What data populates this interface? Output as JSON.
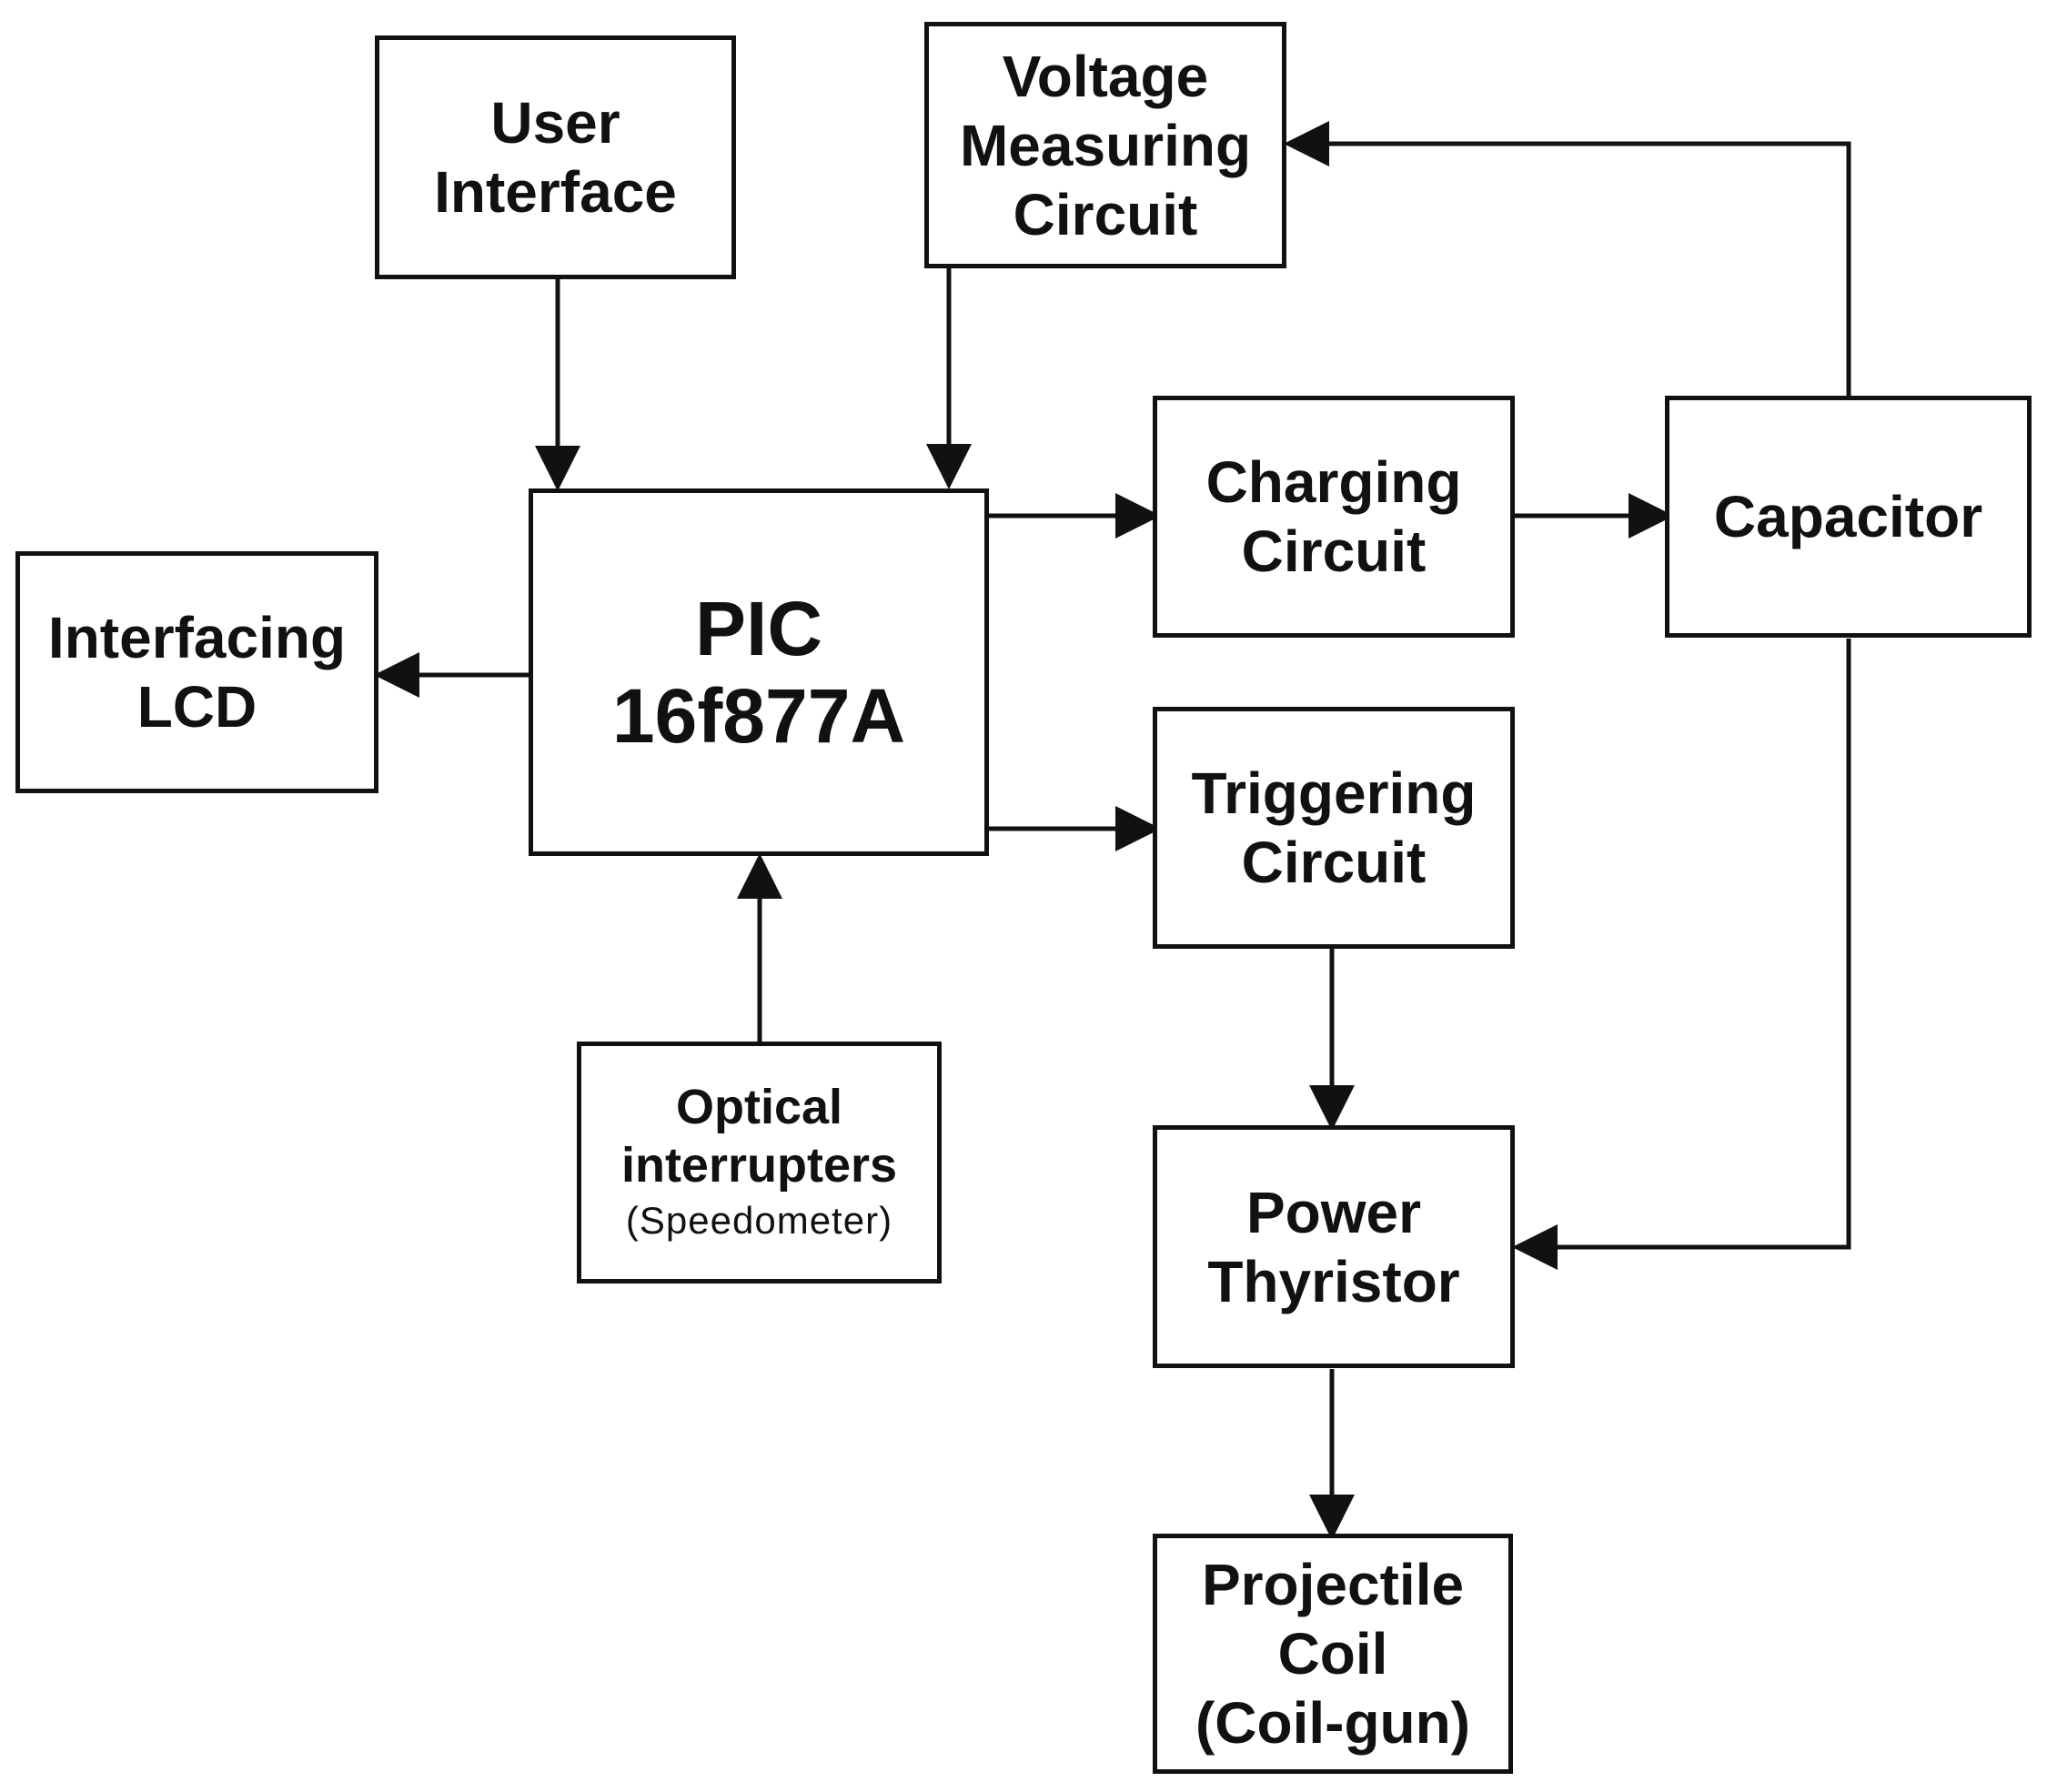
{
  "blocks": {
    "user_interface": [
      "User",
      "Interface"
    ],
    "voltage_measuring": [
      "Voltage",
      "Measuring",
      "Circuit"
    ],
    "interfacing_lcd": [
      "Interfacing",
      "LCD"
    ],
    "pic": [
      "PIC",
      "16f877A"
    ],
    "charging_circuit": [
      "Charging",
      "Circuit"
    ],
    "capacitor": [
      "Capacitor"
    ],
    "triggering_circuit": [
      "Triggering",
      "Circuit"
    ],
    "optical_interrupters": [
      "Optical",
      "interrupters",
      "(Speedometer)"
    ],
    "power_thyristor": [
      "Power",
      "Thyristor"
    ],
    "projectile_coil": [
      "Projectile",
      "Coil",
      "(Coil-gun)"
    ]
  },
  "connections": [
    {
      "from": "User Interface",
      "to": "PIC 16f877A"
    },
    {
      "from": "Voltage Measuring Circuit",
      "to": "PIC 16f877A"
    },
    {
      "from": "Capacitor",
      "to": "Voltage Measuring Circuit"
    },
    {
      "from": "PIC 16f877A",
      "to": "Interfacing LCD"
    },
    {
      "from": "PIC 16f877A",
      "to": "Charging Circuit"
    },
    {
      "from": "Charging Circuit",
      "to": "Capacitor"
    },
    {
      "from": "PIC 16f877A",
      "to": "Triggering Circuit"
    },
    {
      "from": "Optical interrupters (Speedometer)",
      "to": "PIC 16f877A"
    },
    {
      "from": "Triggering Circuit",
      "to": "Power Thyristor"
    },
    {
      "from": "Capacitor",
      "to": "Power Thyristor"
    },
    {
      "from": "Power Thyristor",
      "to": "Projectile Coil (Coil-gun)"
    }
  ]
}
